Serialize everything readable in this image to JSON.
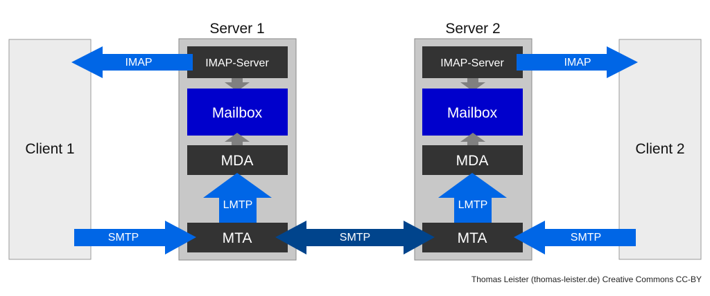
{
  "servers": [
    {
      "title": "Server 1",
      "imap_server": "IMAP-Server",
      "mailbox": "Mailbox",
      "mda": "MDA",
      "mta": "MTA",
      "lmtp": "LMTP"
    },
    {
      "title": "Server 2",
      "imap_server": "IMAP-Server",
      "mailbox": "Mailbox",
      "mda": "MDA",
      "mta": "MTA",
      "lmtp": "LMTP"
    }
  ],
  "clients": [
    {
      "label": "Client 1"
    },
    {
      "label": "Client 2"
    }
  ],
  "arrows": {
    "imap_left": "IMAP",
    "imap_right": "IMAP",
    "smtp_left": "SMTP",
    "smtp_middle": "SMTP",
    "smtp_right": "SMTP"
  },
  "credit": "Thomas Leister (thomas-leister.de) Creative Commons CC-BY",
  "colors": {
    "client_fill": "#ececec",
    "server_fill": "#c8c8c8",
    "dark_box": "#333333",
    "mailbox": "#0000cc",
    "arrow_blue": "#0066e6",
    "arrow_dark_blue": "#00448c",
    "arrow_gray": "#808080"
  }
}
